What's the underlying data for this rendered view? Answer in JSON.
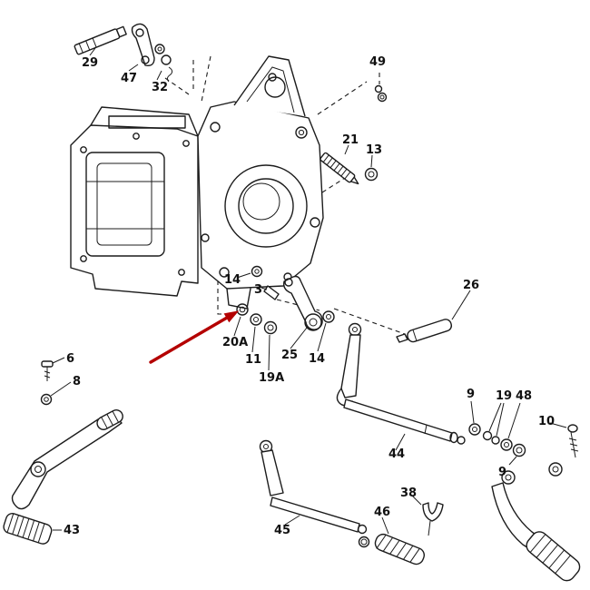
{
  "diagram": {
    "type": "exploded-parts-diagram",
    "description": "Exploded parts diagram of a gearbox housing with gear-shift linkage, levers, shafts, washers and pedals",
    "background_color": "#ffffff",
    "line_color": "#1c1c1c",
    "arrow_color": "#b40000",
    "highlighted_part": "20A",
    "labels": [
      {
        "id": "29",
        "text": "29"
      },
      {
        "id": "47",
        "text": "47"
      },
      {
        "id": "32",
        "text": "32"
      },
      {
        "id": "49",
        "text": "49"
      },
      {
        "id": "21",
        "text": "21"
      },
      {
        "id": "13",
        "text": "13"
      },
      {
        "id": "14-left",
        "text": "14"
      },
      {
        "id": "3",
        "text": "3"
      },
      {
        "id": "26",
        "text": "26"
      },
      {
        "id": "20A",
        "text": "20A"
      },
      {
        "id": "11",
        "text": "11"
      },
      {
        "id": "19A",
        "text": "19A"
      },
      {
        "id": "25",
        "text": "25"
      },
      {
        "id": "14-right",
        "text": "14"
      },
      {
        "id": "6",
        "text": "6"
      },
      {
        "id": "8",
        "text": "8"
      },
      {
        "id": "43",
        "text": "43"
      },
      {
        "id": "44",
        "text": "44"
      },
      {
        "id": "9-top",
        "text": "9"
      },
      {
        "id": "19",
        "text": "19"
      },
      {
        "id": "48",
        "text": "48"
      },
      {
        "id": "10",
        "text": "10"
      },
      {
        "id": "9-bottom",
        "text": "9"
      },
      {
        "id": "38",
        "text": "38"
      },
      {
        "id": "46",
        "text": "46"
      },
      {
        "id": "45",
        "text": "45"
      }
    ]
  }
}
